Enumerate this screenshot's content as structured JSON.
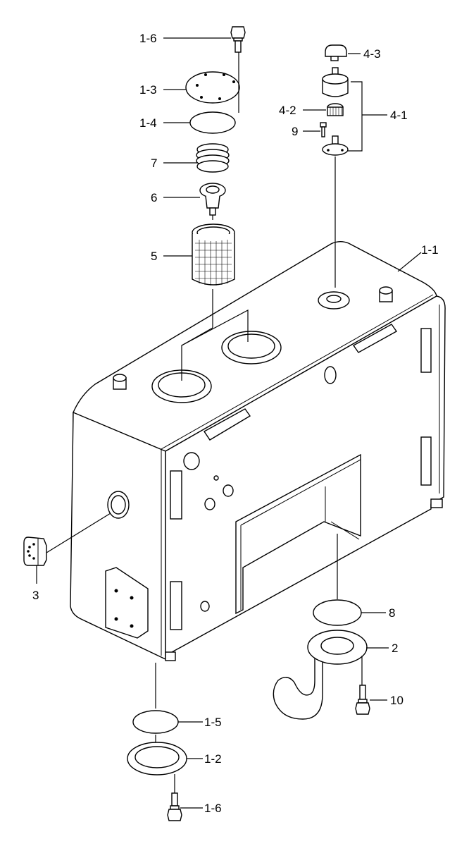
{
  "callouts": {
    "c1_6_top": "1-6",
    "c1_3": "1-3",
    "c1_4": "1-4",
    "c7": "7",
    "c6": "6",
    "c5": "5",
    "c4_3": "4-3",
    "c4_2": "4-2",
    "c4_1": "4-1",
    "c9": "9",
    "c1_1": "1-1",
    "c3": "3",
    "c8": "8",
    "c2": "2",
    "c10": "10",
    "c1_5": "1-5",
    "c1_2": "1-2",
    "c1_6_bottom": "1-6"
  }
}
